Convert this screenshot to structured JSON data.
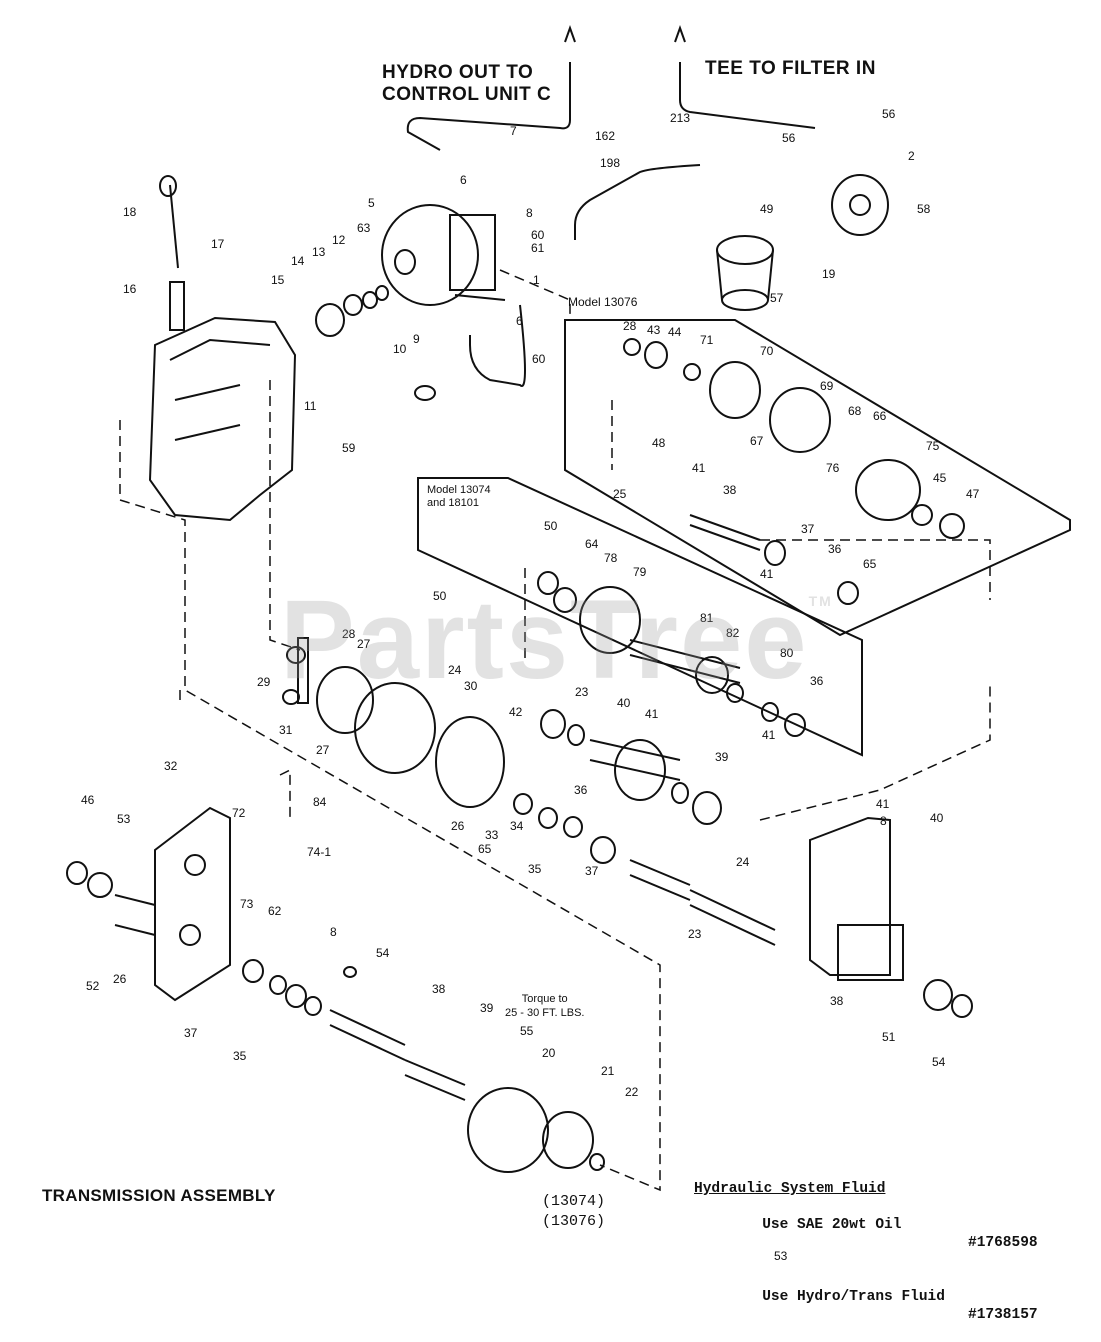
{
  "header": {
    "hydro_line1": "HYDRO OUT TO",
    "hydro_line2": "CONTROL UNIT C",
    "tee_label": "TEE TO FILTER IN"
  },
  "boxes": {
    "model_13076": "Model 13076",
    "model_13074_line1": "Model  13074",
    "model_13074_line2": "and 18101"
  },
  "torque_note": {
    "line1": "Torque to",
    "line2": "25 - 30 FT. LBS."
  },
  "footer": {
    "title": "TRANSMISSION ASSEMBLY",
    "model1": "(13074)",
    "model2": "(13076)",
    "fluid_heading": "Hydraulic System Fluid",
    "fluid_line1": "Use SAE 20wt Oil",
    "fluid_line2": "Use Hydro/Trans Fluid",
    "part1": "#1768598",
    "part2": "#1738157"
  },
  "watermark": "PartsTree",
  "watermark_tm": "TM",
  "callouts": [
    "162",
    "213",
    "56",
    "7",
    "6",
    "8",
    "198",
    "56",
    "2",
    "49",
    "58",
    "18",
    "5",
    "60",
    "61",
    "17",
    "63",
    "12",
    "13",
    "14",
    "15",
    "16",
    "19",
    "57",
    "1",
    "6",
    "60",
    "9",
    "10",
    "11",
    "59",
    "28",
    "43",
    "44",
    "71",
    "70",
    "69",
    "67",
    "68",
    "66",
    "48",
    "41",
    "76",
    "75",
    "25",
    "38",
    "45",
    "47",
    "37",
    "41",
    "36",
    "65",
    "50",
    "64",
    "78",
    "79",
    "81",
    "82",
    "80",
    "41",
    "36",
    "50",
    "28",
    "27",
    "29",
    "24",
    "30",
    "31",
    "27",
    "23",
    "40",
    "41",
    "42",
    "32",
    "46",
    "53",
    "84",
    "72",
    "74-1",
    "73",
    "26",
    "33",
    "65",
    "34",
    "36",
    "35",
    "37",
    "39",
    "41",
    "40",
    "8",
    "52",
    "26",
    "62",
    "8",
    "37",
    "35",
    "54",
    "38",
    "39",
    "55",
    "20",
    "21",
    "22",
    "23",
    "24",
    "38",
    "51",
    "54",
    "53"
  ]
}
